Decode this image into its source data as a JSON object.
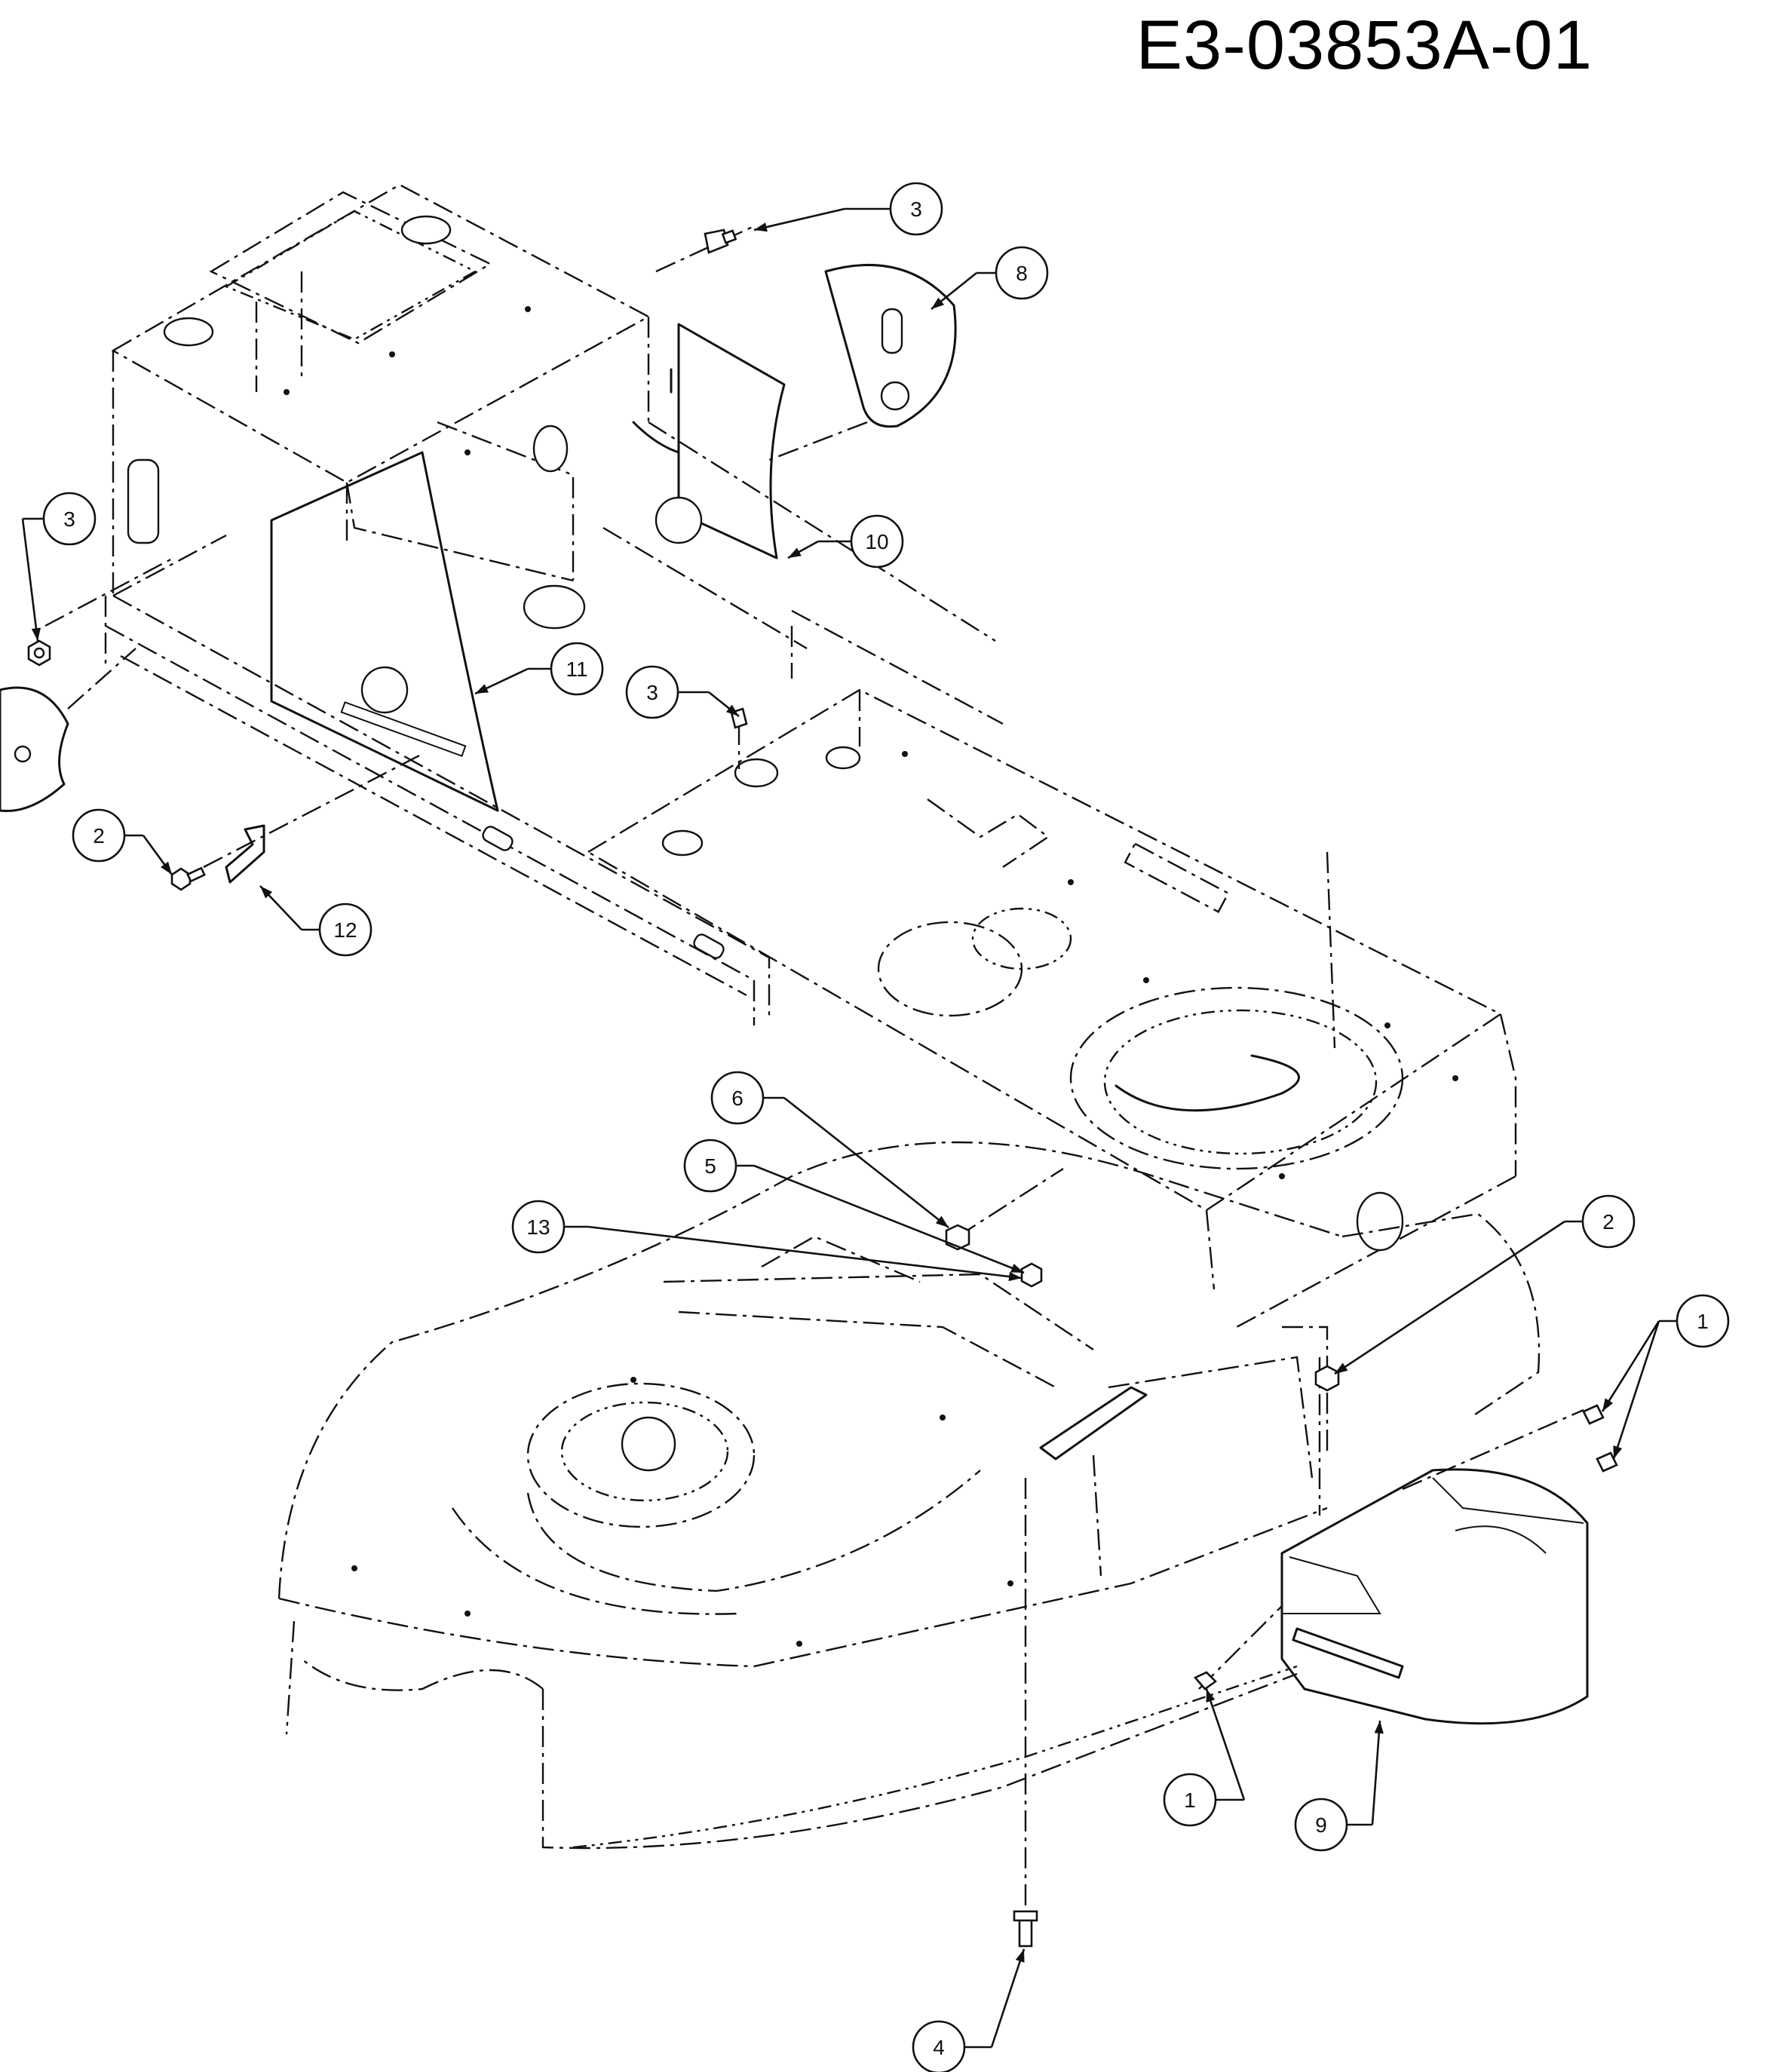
{
  "document": {
    "code": "E3-03853A-01"
  },
  "callouts": [
    {
      "label": "3"
    },
    {
      "label": "8"
    },
    {
      "label": "3"
    },
    {
      "label": "10"
    },
    {
      "label": "11"
    },
    {
      "label": "3"
    },
    {
      "label": "2"
    },
    {
      "label": "12"
    },
    {
      "label": "6"
    },
    {
      "label": "5"
    },
    {
      "label": "13"
    },
    {
      "label": "2"
    },
    {
      "label": "1"
    },
    {
      "label": "1"
    },
    {
      "label": "9"
    },
    {
      "label": "4"
    }
  ]
}
